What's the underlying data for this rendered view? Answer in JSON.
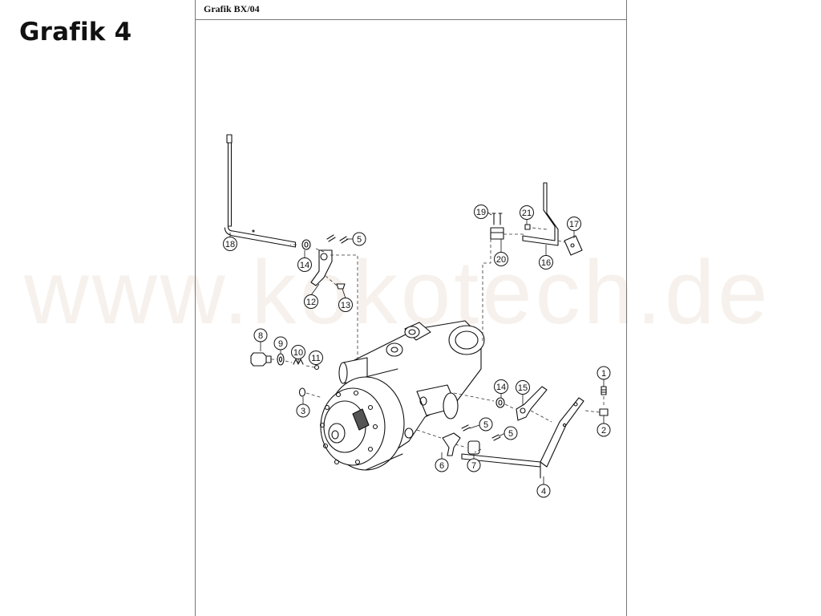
{
  "page": {
    "heading": "Grafik 4",
    "sheet_title": "Grafik BX/04",
    "watermark": "www.kokotech.de"
  },
  "diagram": {
    "type": "exploded-parts-drawing",
    "callouts": [
      {
        "id": "c1",
        "label": "1"
      },
      {
        "id": "c2",
        "label": "2"
      },
      {
        "id": "c3",
        "label": "3"
      },
      {
        "id": "c4",
        "label": "4"
      },
      {
        "id": "c5a",
        "label": "5"
      },
      {
        "id": "c5b",
        "label": "5"
      },
      {
        "id": "c5c",
        "label": "5"
      },
      {
        "id": "c6",
        "label": "6"
      },
      {
        "id": "c7",
        "label": "7"
      },
      {
        "id": "c8",
        "label": "8"
      },
      {
        "id": "c9",
        "label": "9"
      },
      {
        "id": "c10",
        "label": "10"
      },
      {
        "id": "c11",
        "label": "11"
      },
      {
        "id": "c12",
        "label": "12"
      },
      {
        "id": "c13",
        "label": "13"
      },
      {
        "id": "c14a",
        "label": "14"
      },
      {
        "id": "c14b",
        "label": "14"
      },
      {
        "id": "c15",
        "label": "15"
      },
      {
        "id": "c16",
        "label": "16"
      },
      {
        "id": "c17",
        "label": "17"
      },
      {
        "id": "c18",
        "label": "18"
      },
      {
        "id": "c19",
        "label": "19"
      },
      {
        "id": "c20",
        "label": "20"
      },
      {
        "id": "c21",
        "label": "21"
      }
    ]
  }
}
